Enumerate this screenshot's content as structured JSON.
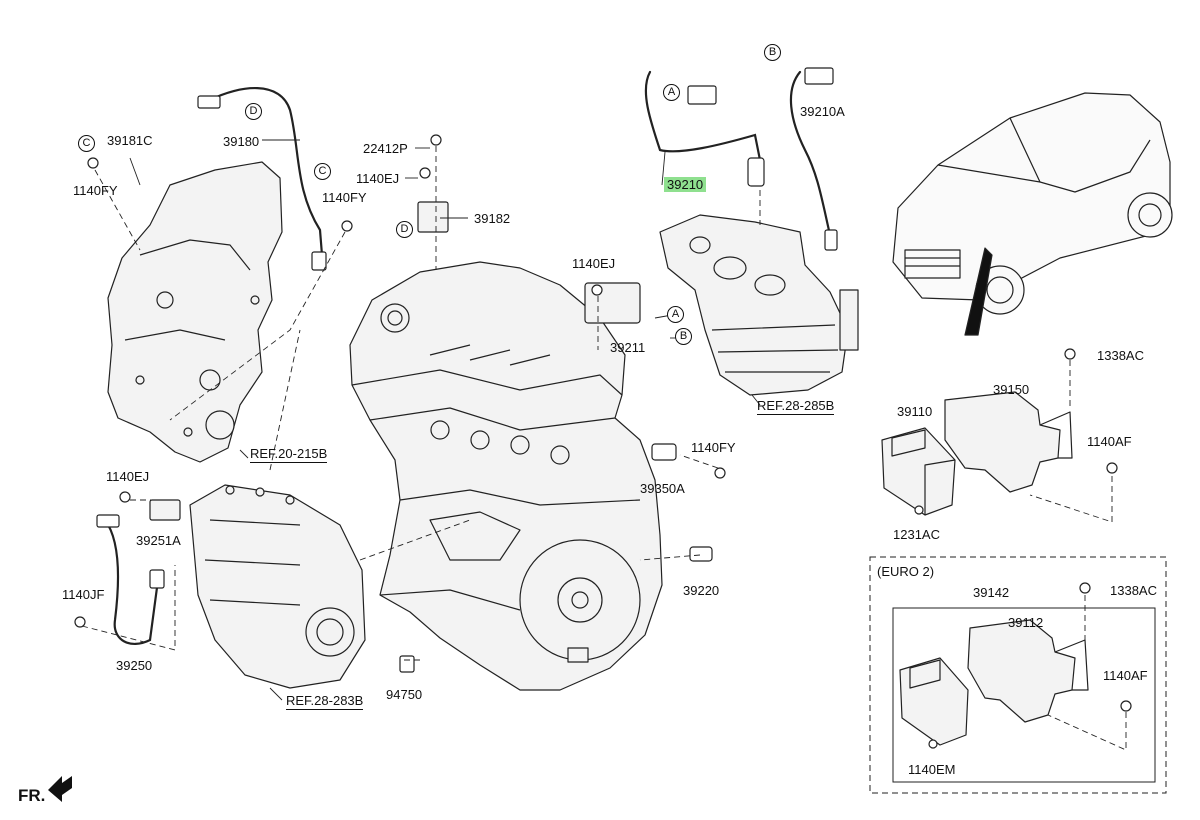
{
  "labels": {
    "p39181C": "39181C",
    "p1140FY_a": "1140FY",
    "p39180": "39180",
    "p1140FY_b": "1140FY",
    "p22412P": "22412P",
    "p1140EJ_a": "1140EJ",
    "p39182": "39182",
    "p39210": "39210",
    "p39210A": "39210A",
    "p1140EJ_b": "1140EJ",
    "p39211": "39211",
    "p1140FY_c": "1140FY",
    "p39350A": "39350A",
    "p39220": "39220",
    "p94750": "94750",
    "p1140EJ_c": "1140EJ",
    "p39251A": "39251A",
    "p1140JF": "1140JF",
    "p39250": "39250",
    "p1338AC_a": "1338AC",
    "p39150": "39150",
    "p39110": "39110",
    "p1140AF_a": "1140AF",
    "p1231AC": "1231AC",
    "euro": "(EURO 2)",
    "p39142": "39142",
    "p1338AC_b": "1338AC",
    "p39112": "39112",
    "p1140AF_b": "1140AF",
    "p1140EM": "1140EM"
  },
  "refs": {
    "ref_front": "REF.20-215B",
    "ref_intake": "REF.28-283B",
    "ref_exhaust": "REF.28-285B"
  },
  "callouts": {
    "A": "A",
    "B": "B",
    "C": "C",
    "D": "D"
  },
  "direction": "FR.",
  "colors": {
    "highlight": "#8fe08f",
    "line": "#111111",
    "part_fill": "#f3f3f3"
  }
}
